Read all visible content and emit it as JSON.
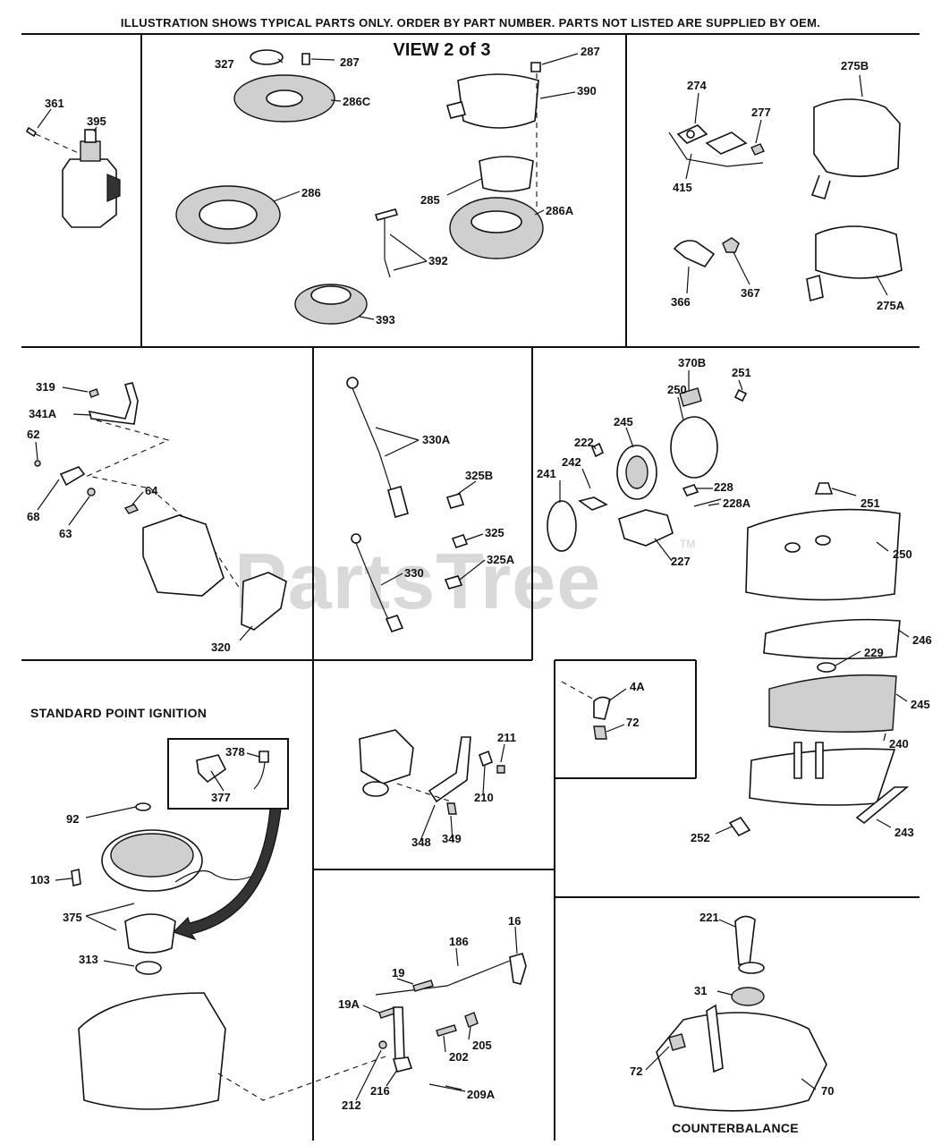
{
  "header": {
    "notice": "ILLUSTRATION SHOWS TYPICAL PARTS ONLY. ORDER BY PART NUMBER. PARTS NOT LISTED ARE SUPPLIED BY OEM.",
    "view_title": "VIEW 2 of 3"
  },
  "watermark": {
    "text": "PartsTree",
    "tm": "TM"
  },
  "captions": {
    "standard_point_ignition": "STANDARD POINT IGNITION",
    "counterbalance": "COUNTERBALANCE"
  },
  "labels": {
    "p361": "361",
    "p395": "395",
    "p327": "327",
    "p287a": "287",
    "p286c": "286C",
    "p286": "286",
    "p393": "393",
    "p287b": "287",
    "p390": "390",
    "p285": "285",
    "p286a": "286A",
    "p392": "392",
    "p274": "274",
    "p277": "277",
    "p275b": "275B",
    "p415": "415",
    "p366": "366",
    "p367": "367",
    "p275a": "275A",
    "p319": "319",
    "p341a": "341A",
    "p62": "62",
    "p68": "68",
    "p63": "63",
    "p64": "64",
    "p320": "320",
    "p330a": "330A",
    "p325b": "325B",
    "p325": "325",
    "p325a": "325A",
    "p330": "330",
    "p370b": "370B",
    "p251a": "251",
    "p250a": "250",
    "p245a": "245",
    "p222": "222",
    "p242": "242",
    "p241": "241",
    "p228": "228",
    "p228a": "228A",
    "p227": "227",
    "p251b": "251",
    "p250b": "250",
    "p246": "246",
    "p229": "229",
    "p245b": "245",
    "p240": "240",
    "p252": "252",
    "p243": "243",
    "p378": "378",
    "p377": "377",
    "p92": "92",
    "p103": "103",
    "p375": "375",
    "p313": "313",
    "p211": "211",
    "p210": "210",
    "p348": "348",
    "p349": "349",
    "p4a": "4A",
    "p72a": "72",
    "p16": "16",
    "p186": "186",
    "p19": "19",
    "p19a": "19A",
    "p205": "205",
    "p202": "202",
    "p212": "212",
    "p216": "216",
    "p209a": "209A",
    "p221": "221",
    "p31": "31",
    "p72b": "72",
    "p70": "70"
  }
}
